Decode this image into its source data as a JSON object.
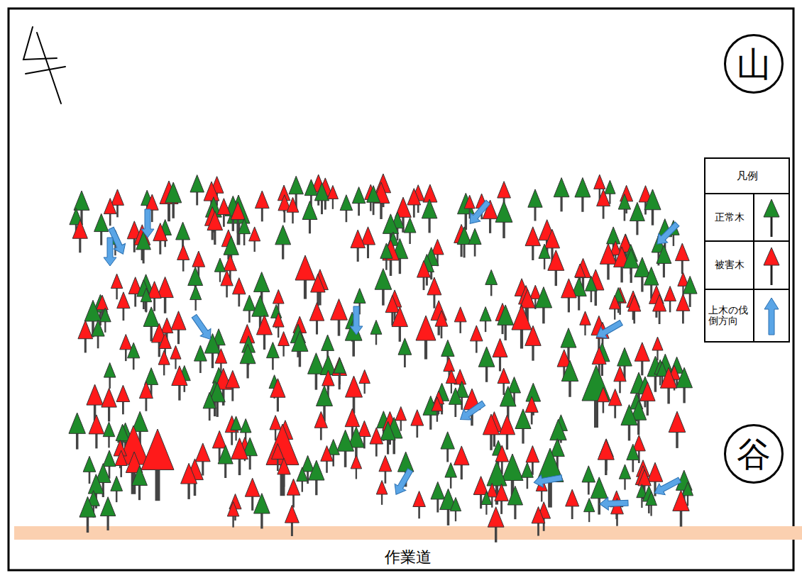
{
  "diagram": {
    "nodes": [
      {
        "text": [
          "山"
        ]
      },
      {
        "text": [
          "谷"
        ]
      }
    ],
    "labels": [
      "凡例",
      "作業道"
    ],
    "legend": [
      {
        "text": "正常木"
      },
      {
        "text": "被害木"
      },
      {
        "text": "上木の伐倒方向"
      }
    ]
  }
}
